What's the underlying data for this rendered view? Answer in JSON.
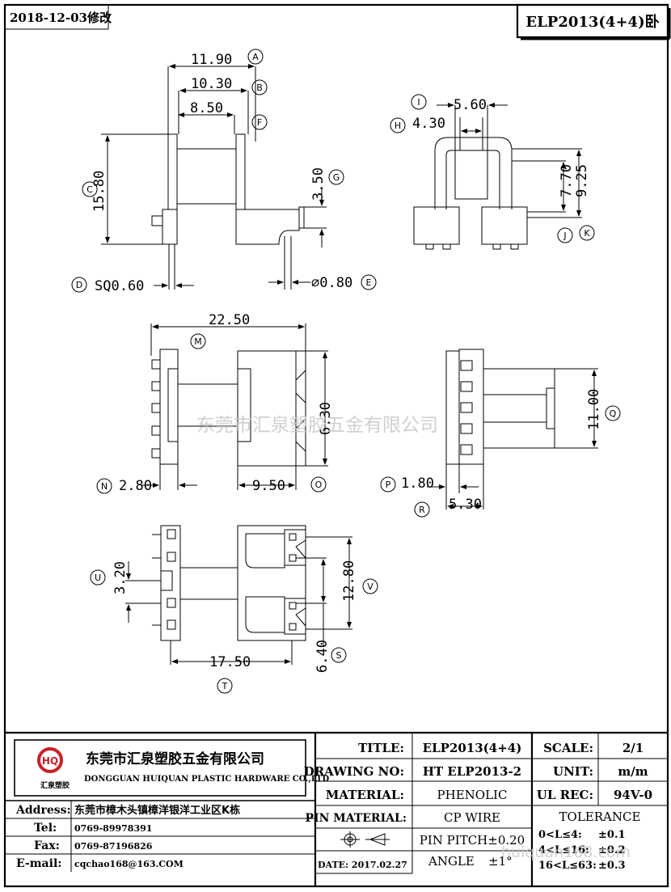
{
  "header": {
    "revision": "2018-12-03修改",
    "part_title": "ELP2013(4+4)卧"
  },
  "watermark": {
    "main": "东莞市汇泉塑胶五金有限公司",
    "footer": "huiquan168.com"
  },
  "dimensions": {
    "d_11_90": "11.90",
    "d_10_30": "10.30",
    "d_8_50": "8.50",
    "d_15_80": "15.80",
    "d_3_50": "3.50",
    "d_sq0_60": "SQ0.60",
    "d_dia_0_80": "⌀0.80",
    "d_5_60": "5.60",
    "d_4_30": "4.30",
    "d_7_70": "7.70",
    "d_9_25": "9.25",
    "d_22_50": "22.50",
    "d_6_30": "6.30",
    "d_2_80": "2.80",
    "d_9_50": "9.50",
    "d_11_00": "11.00",
    "d_1_80": "1.80",
    "d_5_30": "5.30",
    "d_3_20": "3.20",
    "d_12_80": "12.80",
    "d_6_40": "6.40",
    "d_17_50": "17.50"
  },
  "markers": {
    "A": "A",
    "B": "B",
    "C": "C",
    "D": "D",
    "E": "E",
    "F": "F",
    "G": "G",
    "H": "H",
    "I": "I",
    "J": "J",
    "K": "K",
    "M": "M",
    "N": "N",
    "O": "O",
    "P": "P",
    "Q": "Q",
    "R": "R",
    "S": "S",
    "T": "T",
    "U": "U",
    "V": "V"
  },
  "company": {
    "name_cn": "东莞市汇泉塑胶五金有限公司",
    "name_en": "DONGGUAN HUIQUAN PLASTIC HARDWARE CO.,LTD",
    "logo_text": "汇泉塑胶",
    "logo_letters": "HQ",
    "address_label": "Address:",
    "address": "东莞市樟木头镇樟洋银洋工业区K栋",
    "tel_label": "Tel:",
    "tel": "0769-89978391",
    "fax_label": "Fax:",
    "fax": "0769-87196826",
    "email_label": "E-mail:",
    "email": "cqchao168@163.COM"
  },
  "title_block": {
    "title_label": "TITLE:",
    "title": "ELP2013(4+4)",
    "drawing_no_label": "DRAWING NO:",
    "drawing_no": "HT ELP2013-2",
    "material_label": "MATERIAL:",
    "material": "PHENOLIC",
    "pin_material_label": "PIN MATERIAL:",
    "pin_material": "CP WIRE",
    "pin_pitch": "PIN PITCH±0.20",
    "angle_label": "ANGLE",
    "angle": "±1°",
    "date": "DATE: 2017.02.27",
    "scale_label": "SCALE:",
    "scale": "2/1",
    "unit_label": "UNIT:",
    "unit": "m/m",
    "ul_rec_label": "UL REC:",
    "ul_rec": "94V-0",
    "tolerance_label": "TOLERANCE",
    "tol_1": "0<L≤4:",
    "tol_1_v": "±0.1",
    "tol_2": "4<L≤16:",
    "tol_2_v": "±0.2",
    "tol_3": "16<L≤63:",
    "tol_3_v": "±0.3"
  },
  "colors": {
    "logo_red": "#c8202a",
    "logo_bg": "#d9d9d9",
    "watermark": "#c8c8c8"
  }
}
